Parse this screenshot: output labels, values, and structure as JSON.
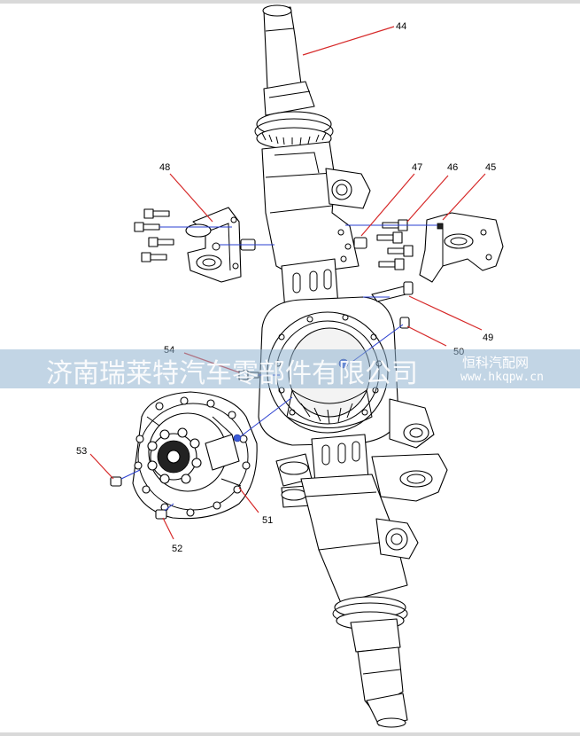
{
  "callouts": [
    {
      "id": "c44",
      "label": "44"
    },
    {
      "id": "c45",
      "label": "45"
    },
    {
      "id": "c46",
      "label": "46"
    },
    {
      "id": "c47",
      "label": "47"
    },
    {
      "id": "c48",
      "label": "48"
    },
    {
      "id": "c49",
      "label": "49"
    },
    {
      "id": "c50",
      "label": "50"
    },
    {
      "id": "c51",
      "label": "51"
    },
    {
      "id": "c52",
      "label": "52"
    },
    {
      "id": "c53",
      "label": "53"
    },
    {
      "id": "c54",
      "label": "54"
    }
  ],
  "watermark": {
    "main": "济南瑞莱特汽车零部件有限公司",
    "brand": "恒科汽配网",
    "site": "www.hkqpw.cn"
  },
  "colors": {
    "leader": "#d62828",
    "assembly_line": "#2a3fd0",
    "watermark_band": "#8fb2cf"
  }
}
